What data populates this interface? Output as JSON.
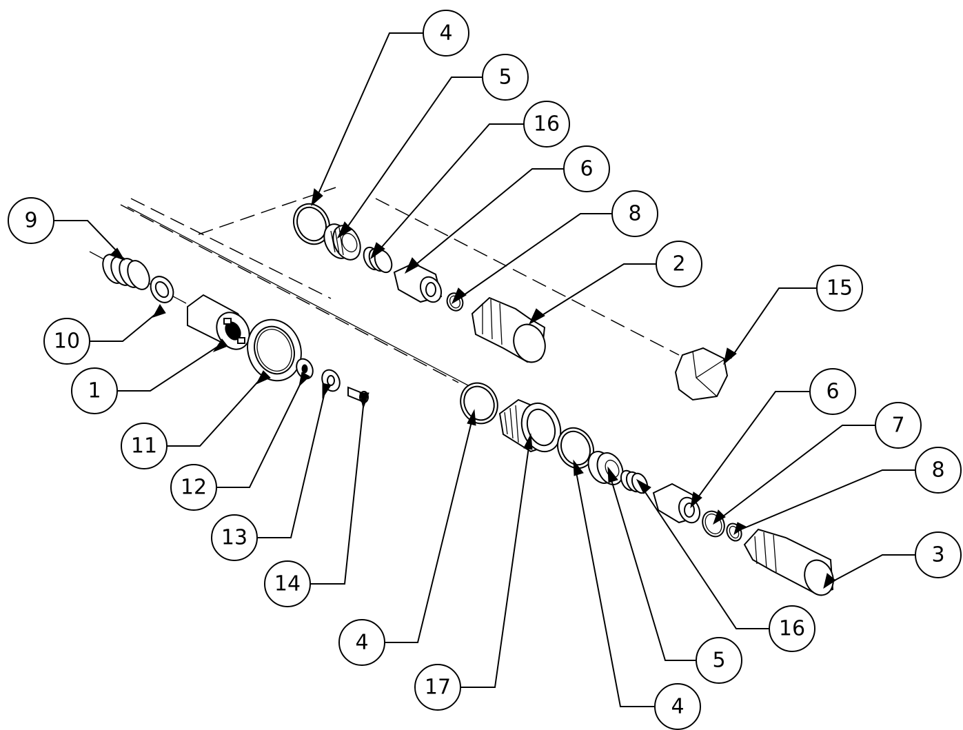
{
  "callouts": [
    {
      "id": "c-4-top",
      "label": "4"
    },
    {
      "id": "c-5-top",
      "label": "5"
    },
    {
      "id": "c-16-top",
      "label": "16"
    },
    {
      "id": "c-6-top",
      "label": "6"
    },
    {
      "id": "c-8-top",
      "label": "8"
    },
    {
      "id": "c-2",
      "label": "2"
    },
    {
      "id": "c-15",
      "label": "15"
    },
    {
      "id": "c-9",
      "label": "9"
    },
    {
      "id": "c-10",
      "label": "10"
    },
    {
      "id": "c-1",
      "label": "1"
    },
    {
      "id": "c-11",
      "label": "11"
    },
    {
      "id": "c-12",
      "label": "12"
    },
    {
      "id": "c-13",
      "label": "13"
    },
    {
      "id": "c-14",
      "label": "14"
    },
    {
      "id": "c-6-right",
      "label": "6"
    },
    {
      "id": "c-7",
      "label": "7"
    },
    {
      "id": "c-8-right",
      "label": "8"
    },
    {
      "id": "c-3",
      "label": "3"
    },
    {
      "id": "c-16-bottom",
      "label": "16"
    },
    {
      "id": "c-5-bottom",
      "label": "5"
    },
    {
      "id": "c-4-bottom",
      "label": "4"
    },
    {
      "id": "c-17",
      "label": "17"
    },
    {
      "id": "c-4-lower",
      "label": "4"
    }
  ]
}
